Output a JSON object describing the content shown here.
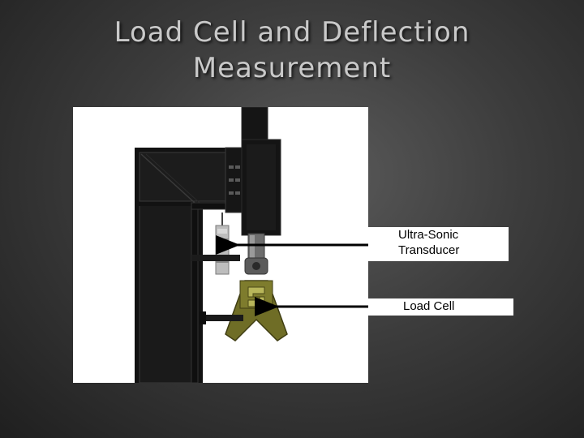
{
  "slide": {
    "title_line1": "Load Cell and Deflection",
    "title_line2": "Measurement"
  },
  "labels": {
    "ultrasonic_line1": "Ultra-Sonic",
    "ultrasonic_line2": "Transducer",
    "load_cell": "Load Cell"
  },
  "colors": {
    "title_text": "#c9c9c9",
    "frame": "#151515",
    "load_cell_body": "#7c7a2e",
    "transducer": "#b9b9b9"
  }
}
